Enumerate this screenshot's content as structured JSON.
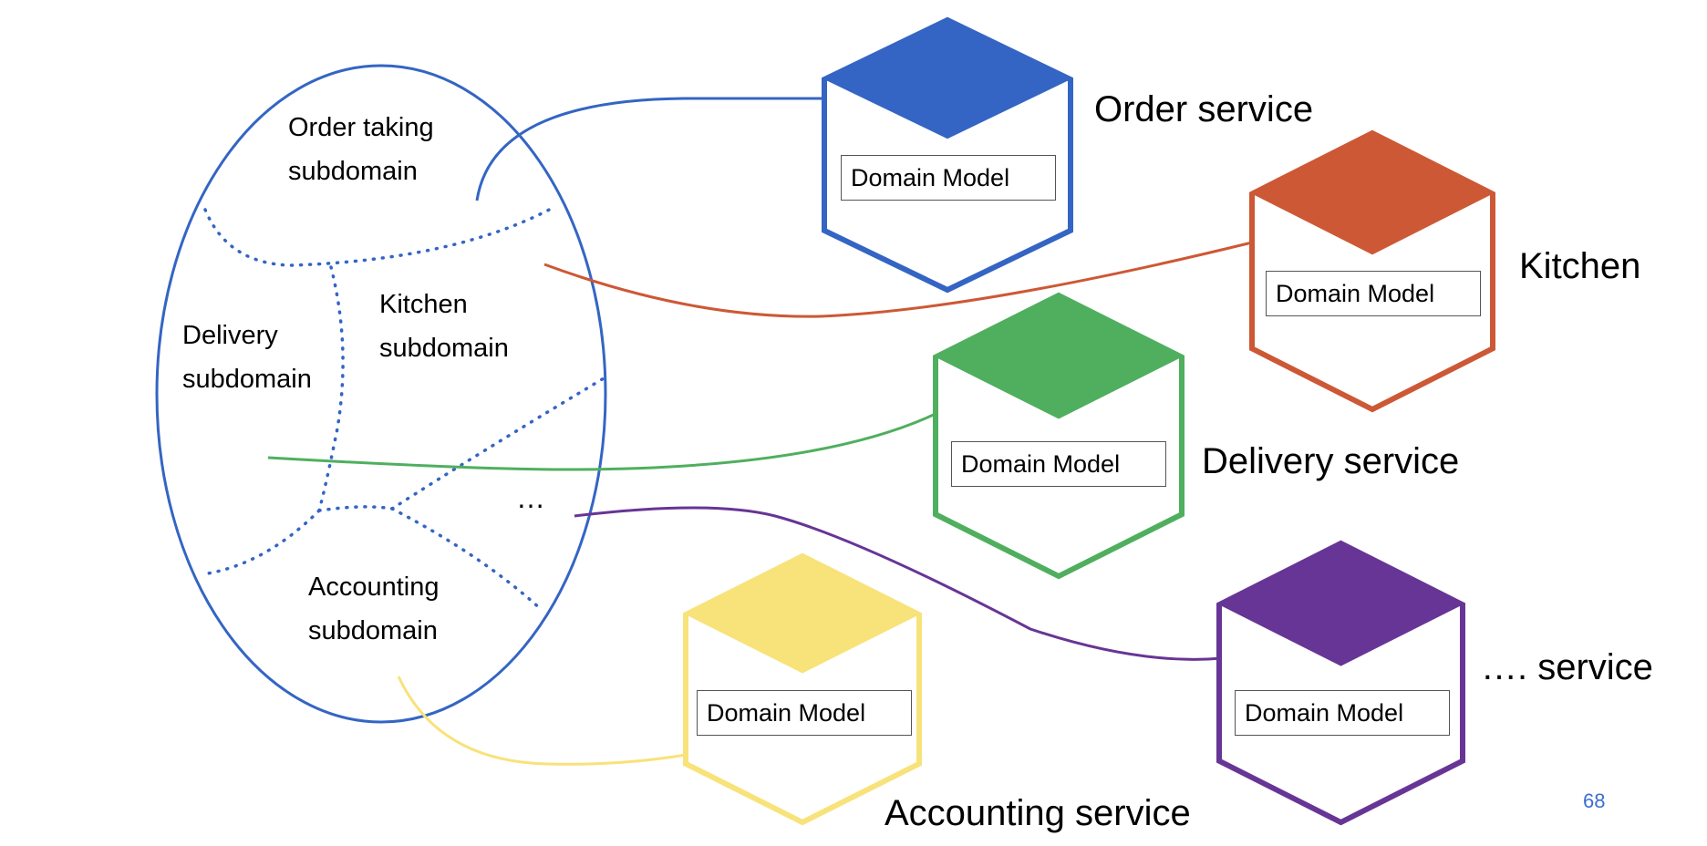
{
  "bounded_context": {
    "color": "#3465c4",
    "subdomains": [
      {
        "line1": "Order taking",
        "line2": "subdomain"
      },
      {
        "line1": "Kitchen",
        "line2": "subdomain"
      },
      {
        "line1": "Delivery",
        "line2": "subdomain"
      },
      {
        "line1": "Accounting",
        "line2": "subdomain"
      }
    ],
    "ellipsis": "…"
  },
  "services": [
    {
      "name": "Order service",
      "model": "Domain Model",
      "color": "#3465c4"
    },
    {
      "name": "Kitchen",
      "model": "Domain Model",
      "color": "#cd5835"
    },
    {
      "name": "Delivery service",
      "model": "Domain Model",
      "color": "#4faf5e"
    },
    {
      "name": "Accounting service",
      "model": "Domain Model",
      "color": "#f8e27a"
    },
    {
      "name": "…. service",
      "model": "Domain Model",
      "color": "#673595"
    }
  ],
  "page_number": "68"
}
